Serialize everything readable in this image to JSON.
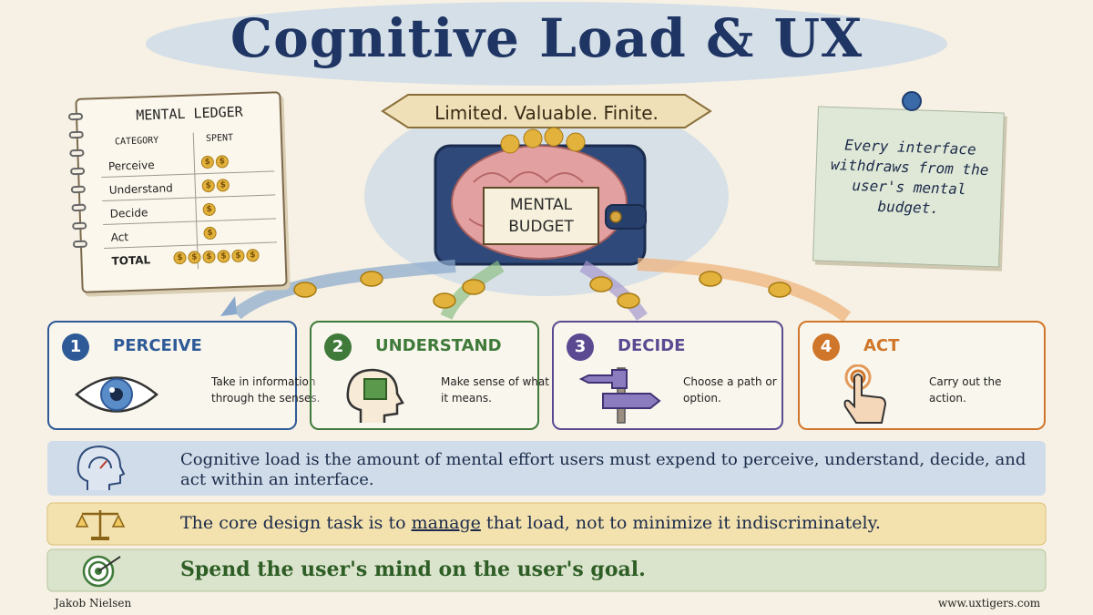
{
  "header": {
    "title": "Cognitive Load & UX",
    "tagline": "Limited. Valuable. Finite."
  },
  "ledger": {
    "title": "MENTAL LEDGER",
    "col_category": "CATEGORY",
    "col_spent": "SPENT",
    "coin_symbol": "$",
    "rows": [
      {
        "category": "Perceive",
        "coins": 2
      },
      {
        "category": "Understand",
        "coins": 2
      },
      {
        "category": "Decide",
        "coins": 1
      },
      {
        "category": "Act",
        "coins": 1
      }
    ],
    "total_label": "TOTAL",
    "total_coins": 6
  },
  "wallet": {
    "label_line1": "MENTAL",
    "label_line2": "BUDGET"
  },
  "note": {
    "text": "Every interface withdraws from the user's mental budget."
  },
  "steps": [
    {
      "num": "1",
      "title": "PERCEIVE",
      "desc": "Take in information through the senses.",
      "color": "#2f5a98",
      "icon": "eye-icon"
    },
    {
      "num": "2",
      "title": "UNDERSTAND",
      "desc": "Make sense of what it means.",
      "color": "#3f7a3a",
      "icon": "head-puzzle-icon"
    },
    {
      "num": "3",
      "title": "DECIDE",
      "desc": "Choose a path or option.",
      "color": "#5b4a92",
      "icon": "signpost-icon"
    },
    {
      "num": "4",
      "title": "ACT",
      "desc": "Carry out the action.",
      "color": "#d0762a",
      "icon": "tap-hand-icon"
    }
  ],
  "bands": {
    "definition": "Cognitive load is the amount of mental effort users must expend to perceive, understand, decide, and act within an interface.",
    "task_before": "The core design task is to ",
    "task_highlight": "manage",
    "task_after": " that load, not to minimize it indiscriminately.",
    "goal": "Spend the user's mind on the user's goal."
  },
  "footer": {
    "author": "Jakob Nielsen",
    "site": "www.uxtigers.com"
  },
  "colors": {
    "title": "#1f3563",
    "perceive": "#2f5a98",
    "understand": "#3f7a3a",
    "decide": "#5b4a92",
    "act": "#d0762a",
    "coin": "#e3b23c"
  }
}
